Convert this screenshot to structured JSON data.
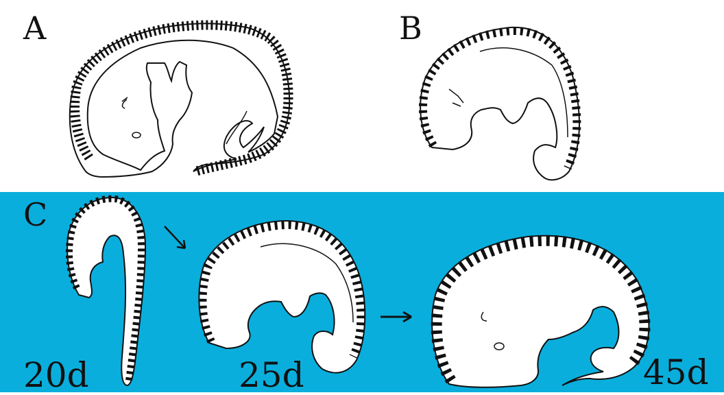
{
  "colors": {
    "top_background": "#ffffff",
    "bottom_background": "#0aaedc",
    "ink": "#111111",
    "embryo_fill": "#ffffff"
  },
  "panels": {
    "a": {
      "letter": "A"
    },
    "b": {
      "letter": "B"
    },
    "c": {
      "letter": "C",
      "stages": [
        "20d",
        "25d",
        "45d"
      ]
    }
  },
  "icons": [
    "arrow-icon",
    "arrow-icon"
  ]
}
